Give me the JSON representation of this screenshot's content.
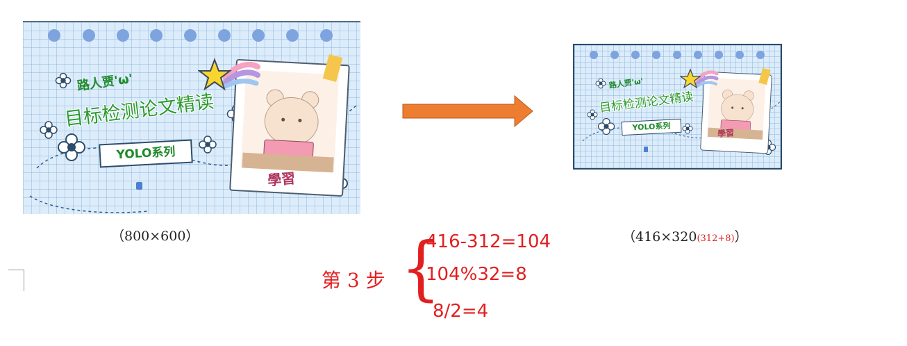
{
  "left_image": {
    "title_small": "路人贾'ω'",
    "title_big": "目标检测论文精读",
    "banner": "YOLO系列",
    "sticker_text": "學習"
  },
  "right_image": {
    "title_small": "路人贾'ω'",
    "title_big": "目标检测论文精读",
    "banner": "YOLO系列",
    "sticker_text": "學習"
  },
  "caption_left": "（800×600）",
  "caption_right": {
    "prefix": "（416×320",
    "highlight": "(312+8)",
    "suffix": "）"
  },
  "step": {
    "label": "第 3 步",
    "brace": "{",
    "lines": [
      "416-312=104",
      "104%32=8",
      "8/2=4"
    ]
  },
  "colors": {
    "arrow": "#ed7d31",
    "red": "#e21f1f",
    "grid_bg": "#dcecfa",
    "green_title": "#1f8a2d"
  },
  "icons": [
    "right-arrow-icon",
    "star-icon",
    "flower-icon",
    "bear-icon"
  ]
}
